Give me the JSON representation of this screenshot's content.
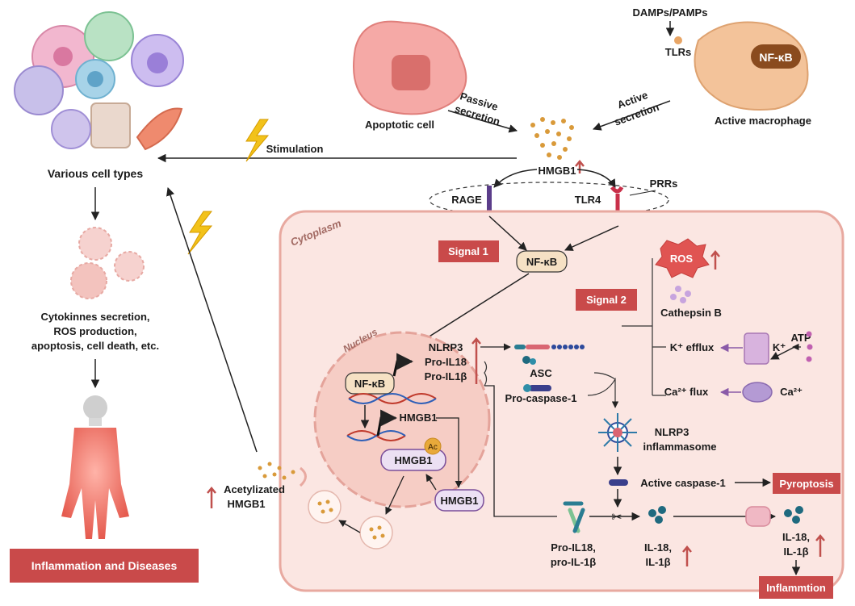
{
  "labels": {
    "damps": "DAMPs/PAMPs",
    "tlrs": "TLRs",
    "nfkb_macrophage": "NF-κB",
    "apoptotic_cell": "Apoptotic cell",
    "active_macrophage": "Active macrophage",
    "passive_secretion_1": "Passive",
    "passive_secretion_2": "secretion",
    "active_secretion_1": "Active",
    "active_secretion_2": "secretion",
    "stimulation": "Stimulation",
    "various_cell_types": "Various cell types",
    "hmgb1_top": "HMGB1",
    "rage": "RAGE",
    "tlr4": "TLR4",
    "prrs": "PRRs",
    "cytoplasm": "Cytoplasm",
    "signal1": "Signal 1",
    "signal2": "Signal 2",
    "nfkb_cyto": "NF-κB",
    "ros": "ROS",
    "cathepsin": "Cathepsin B",
    "atp": "ATP",
    "k_efflux": "K⁺ efflux",
    "k_ion": "K⁺",
    "ca_flux": "Ca²⁺ flux",
    "ca_ion": "Ca²⁺",
    "nucleus": "Nucleus",
    "nlrp3": "NLRP3",
    "pro_il18": "Pro-IL18",
    "pro_il1b": "Pro-IL1β",
    "asc": "ASC",
    "pro_caspase": "Pro-caspase-1",
    "nfkb_nucleus": "NF-κB",
    "hmgb1_gene": "HMGB1",
    "ac": "Ac",
    "hmgb1_ac": "HMGB1",
    "hmgb1_cyto": "HMGB1",
    "nlrp3_inflammasome_1": "NLRP3",
    "nlrp3_inflammasome_2": "inflammasome",
    "active_caspase": "Active caspase-1",
    "pyroptosis": "Pyroptosis",
    "pro_il18_bottom_1": "Pro-IL18,",
    "pro_il18_bottom_2": "pro-IL-1β",
    "il18_inner_1": "IL-18,",
    "il18_inner_2": "IL-1β",
    "il18_outer_1": "IL-18,",
    "il18_outer_2": "IL-1β",
    "inflammation": "Inflammtion",
    "acetylized_1": "Acetylizated",
    "acetylized_2": "HMGB1",
    "cytokines_1": "Cytokinnes secretion,",
    "cytokines_2": "ROS production,",
    "cytokines_3": "apoptosis, cell death, etc.",
    "inflammation_diseases": "Inflammation and Diseases"
  },
  "colors": {
    "signal_box": "#c94a4a",
    "up_arrow": "#c0504d",
    "cell_fill": "#fbe4df",
    "cell_border": "#e8a9a0",
    "nucleus_fill": "#f7d0c8",
    "nfkb_fill": "#f6e1c4",
    "hmgb1_fill": "#ece0f3",
    "hmgb1_border": "#7a4e99",
    "purple_arrow": "#8a5aa8",
    "dots": "#d99a3a"
  }
}
